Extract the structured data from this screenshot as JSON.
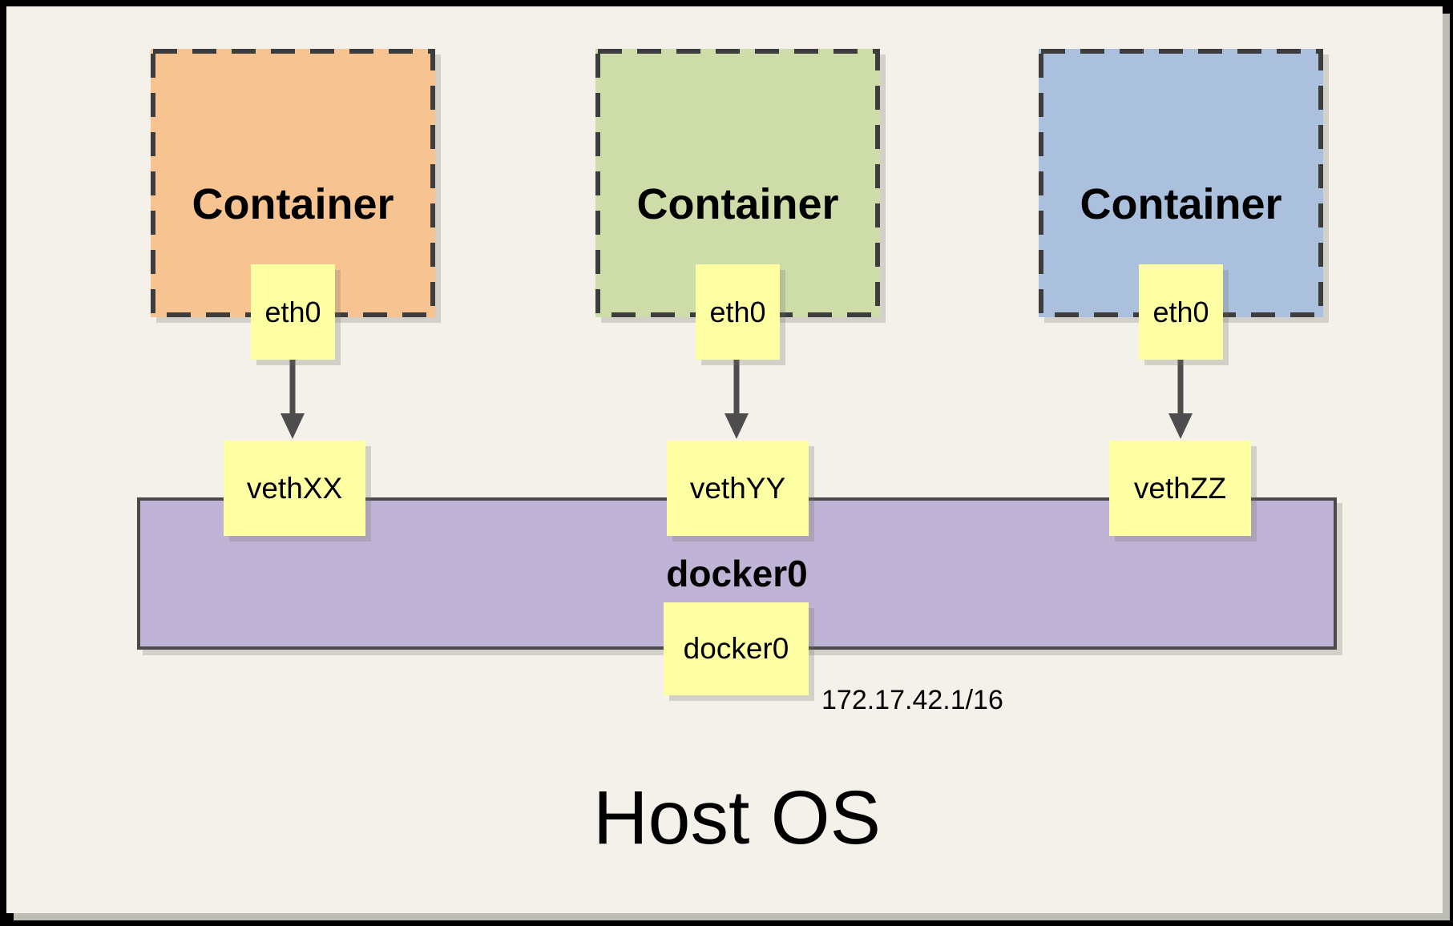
{
  "frame": {
    "background": "#F4F1EB",
    "border_color": "#000000",
    "shadow_color": "#BDBDB7"
  },
  "containers": [
    {
      "title": "Container",
      "eth_label": "eth0",
      "veth_label": "vethXX",
      "fill": "#F7C491"
    },
    {
      "title": "Container",
      "eth_label": "eth0",
      "veth_label": "vethYY",
      "fill": "#CDDCA9"
    },
    {
      "title": "Container",
      "eth_label": "eth0",
      "veth_label": "vethZZ",
      "fill": "#AAC0DD"
    }
  ],
  "bridge": {
    "name": "docker0",
    "interface_label": "docker0",
    "ip_address": "172.17.42.1/16",
    "fill": "#C0B4D6"
  },
  "host": {
    "label": "Host OS"
  },
  "palette": {
    "note_fill": "#FEFFA3",
    "dash_border": "#3D3D3D",
    "arrow": "#4D4D4D"
  }
}
